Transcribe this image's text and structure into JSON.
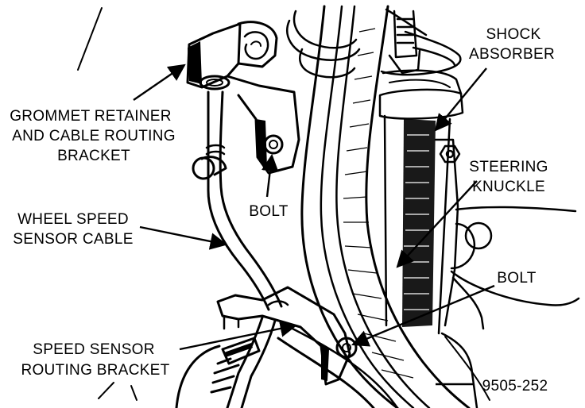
{
  "figure_code": "9505-252",
  "labels": {
    "grommet": [
      "GROMMET RETAINER",
      "AND CABLE ROUTING",
      "BRACKET"
    ],
    "shock": [
      "SHOCK",
      "ABSORBER"
    ],
    "steering": [
      "STEERING",
      "KNUCKLE"
    ],
    "bolt_upper": "BOLT",
    "bolt_lower": "BOLT",
    "wheel_cable": [
      "WHEEL SPEED",
      "SENSOR CABLE"
    ],
    "speed_bracket": [
      "SPEED SENSOR",
      "ROUTING BRACKET"
    ]
  },
  "colors": {
    "ink": "#000000",
    "paper": "#ffffff"
  }
}
